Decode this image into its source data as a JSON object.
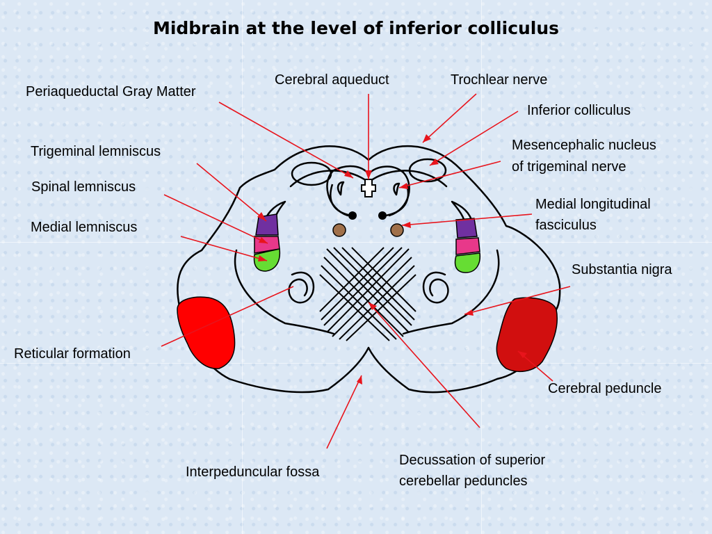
{
  "title": "Midbrain at the level of inferior colliculus",
  "labels": {
    "periaqueductal_gray": "Periaqueductal Gray Matter",
    "cerebral_aqueduct": "Cerebral aqueduct",
    "trochlear_nerve": "Trochlear nerve",
    "inferior_colliculus": "Inferior colliculus",
    "trigeminal_lemniscus": "Trigeminal lemniscus",
    "mesencephalic_nucleus_1": "Mesencephalic nucleus",
    "mesencephalic_nucleus_2": "of trigeminal nerve",
    "spinal_lemniscus": "Spinal lemniscus",
    "medial_longitudinal_1": "Medial longitudinal",
    "medial_longitudinal_2": "fasciculus",
    "medial_lemniscus": "Medial lemniscus",
    "substantia_nigra": "Substantia nigra",
    "reticular_formation": "Reticular formation",
    "cerebral_peduncle": "Cerebral peduncle",
    "interpeduncular_fossa": "Interpeduncular fossa",
    "decussation_1": "Decussation of superior",
    "decussation_2": "cerebellar peduncles"
  },
  "colors": {
    "pointer": "#e8141c",
    "outline": "#000000",
    "trigeminal_lemniscus": "#7030a0",
    "spinal_lemniscus": "#e8388a",
    "medial_lemniscus": "#66dd33",
    "cerebral_peduncle_left": "#ff0000",
    "cerebral_peduncle_right": "#d10f0f",
    "mlf": "#a0704a"
  }
}
